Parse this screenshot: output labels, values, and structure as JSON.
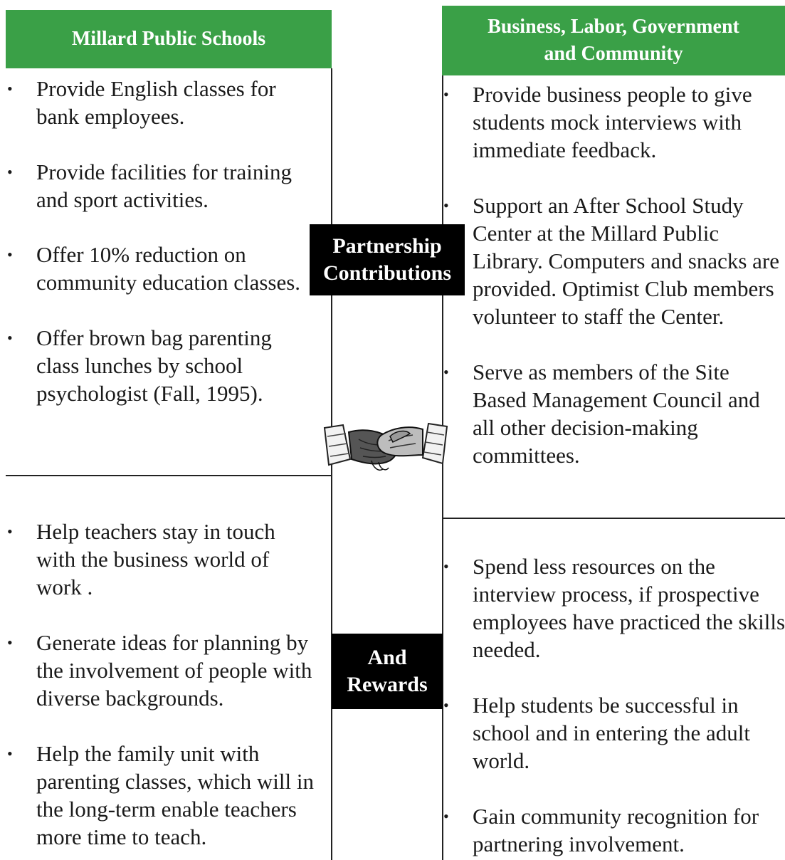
{
  "left": {
    "title": "Millard Public Schools",
    "contributions": [
      "Provide English classes for bank employees.",
      "Provide facilities for training and sport activities.",
      "Offer 10% reduction on community education classes.",
      "Offer brown bag parenting class lunches by school psychologist (Fall, 1995)."
    ],
    "rewards": [
      "Help teachers stay in touch with the business world of work .",
      "Generate ideas for planning by the involvement of people with diverse backgrounds.",
      "Help the family unit with parenting classes, which will in the long-term enable teachers more time to teach."
    ]
  },
  "right": {
    "title_line1": "Business, Labor, Government",
    "title_line2": "and Community",
    "contributions": [
      "Provide business people to give students mock interviews with immediate feedback.",
      "Support an After School Study Center at the Millard Public Library.  Computers and snacks are provided.  Optimist Club members volunteer to staff the Center.",
      "Serve as members of the Site Based Management Council and all other decision-making committees."
    ],
    "rewards": [
      "Spend less resources on the interview process, if prospective employees have practiced the skills needed.",
      "Help students be successful in school and in entering the adult world.",
      "Gain community recognition for partnering involvement."
    ]
  },
  "center": {
    "contrib_line1": "Partnership",
    "contrib_line2": "Contributions",
    "rewards_line1": "And",
    "rewards_line2": "Rewards",
    "handshake_icon": "handshake-icon"
  }
}
